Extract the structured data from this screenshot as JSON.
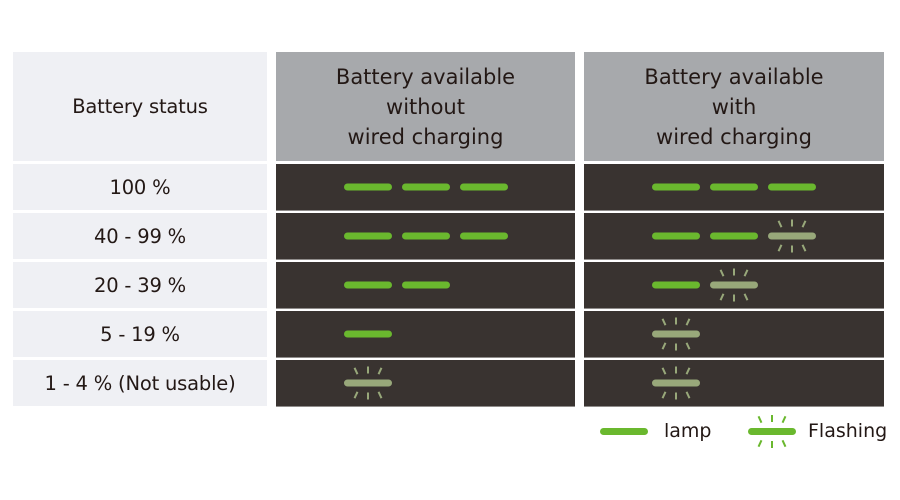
{
  "header": {
    "status_label": "Battery status",
    "col_without": [
      "Battery available",
      "without",
      "wired charging"
    ],
    "col_with": [
      "Battery available",
      "with",
      "wired charging"
    ]
  },
  "rows": [
    {
      "status": "100 %",
      "without": [
        "on",
        "on",
        "on"
      ],
      "with": [
        "on",
        "on",
        "on"
      ]
    },
    {
      "status": "40 - 99 %",
      "without": [
        "on",
        "on",
        "on"
      ],
      "with": [
        "on",
        "on",
        "flash"
      ]
    },
    {
      "status": "20 - 39 %",
      "without": [
        "on",
        "on"
      ],
      "with": [
        "on",
        "flash"
      ]
    },
    {
      "status": "5 - 19 %",
      "without": [
        "on"
      ],
      "with": [
        "flash"
      ]
    },
    {
      "status": "1 - 4 % (Not usable)",
      "without": [
        "flash"
      ],
      "with": [
        "flash"
      ]
    }
  ],
  "legend": {
    "lamp_label": "lamp",
    "flashing_label": "Flashing"
  },
  "colors": {
    "lamp_on": "#6ab82e",
    "lamp_flash": "#98a87a",
    "lamp_bg": "#393330",
    "header_bg": "#a7a9ac",
    "label_bg": "#eff0f4"
  }
}
